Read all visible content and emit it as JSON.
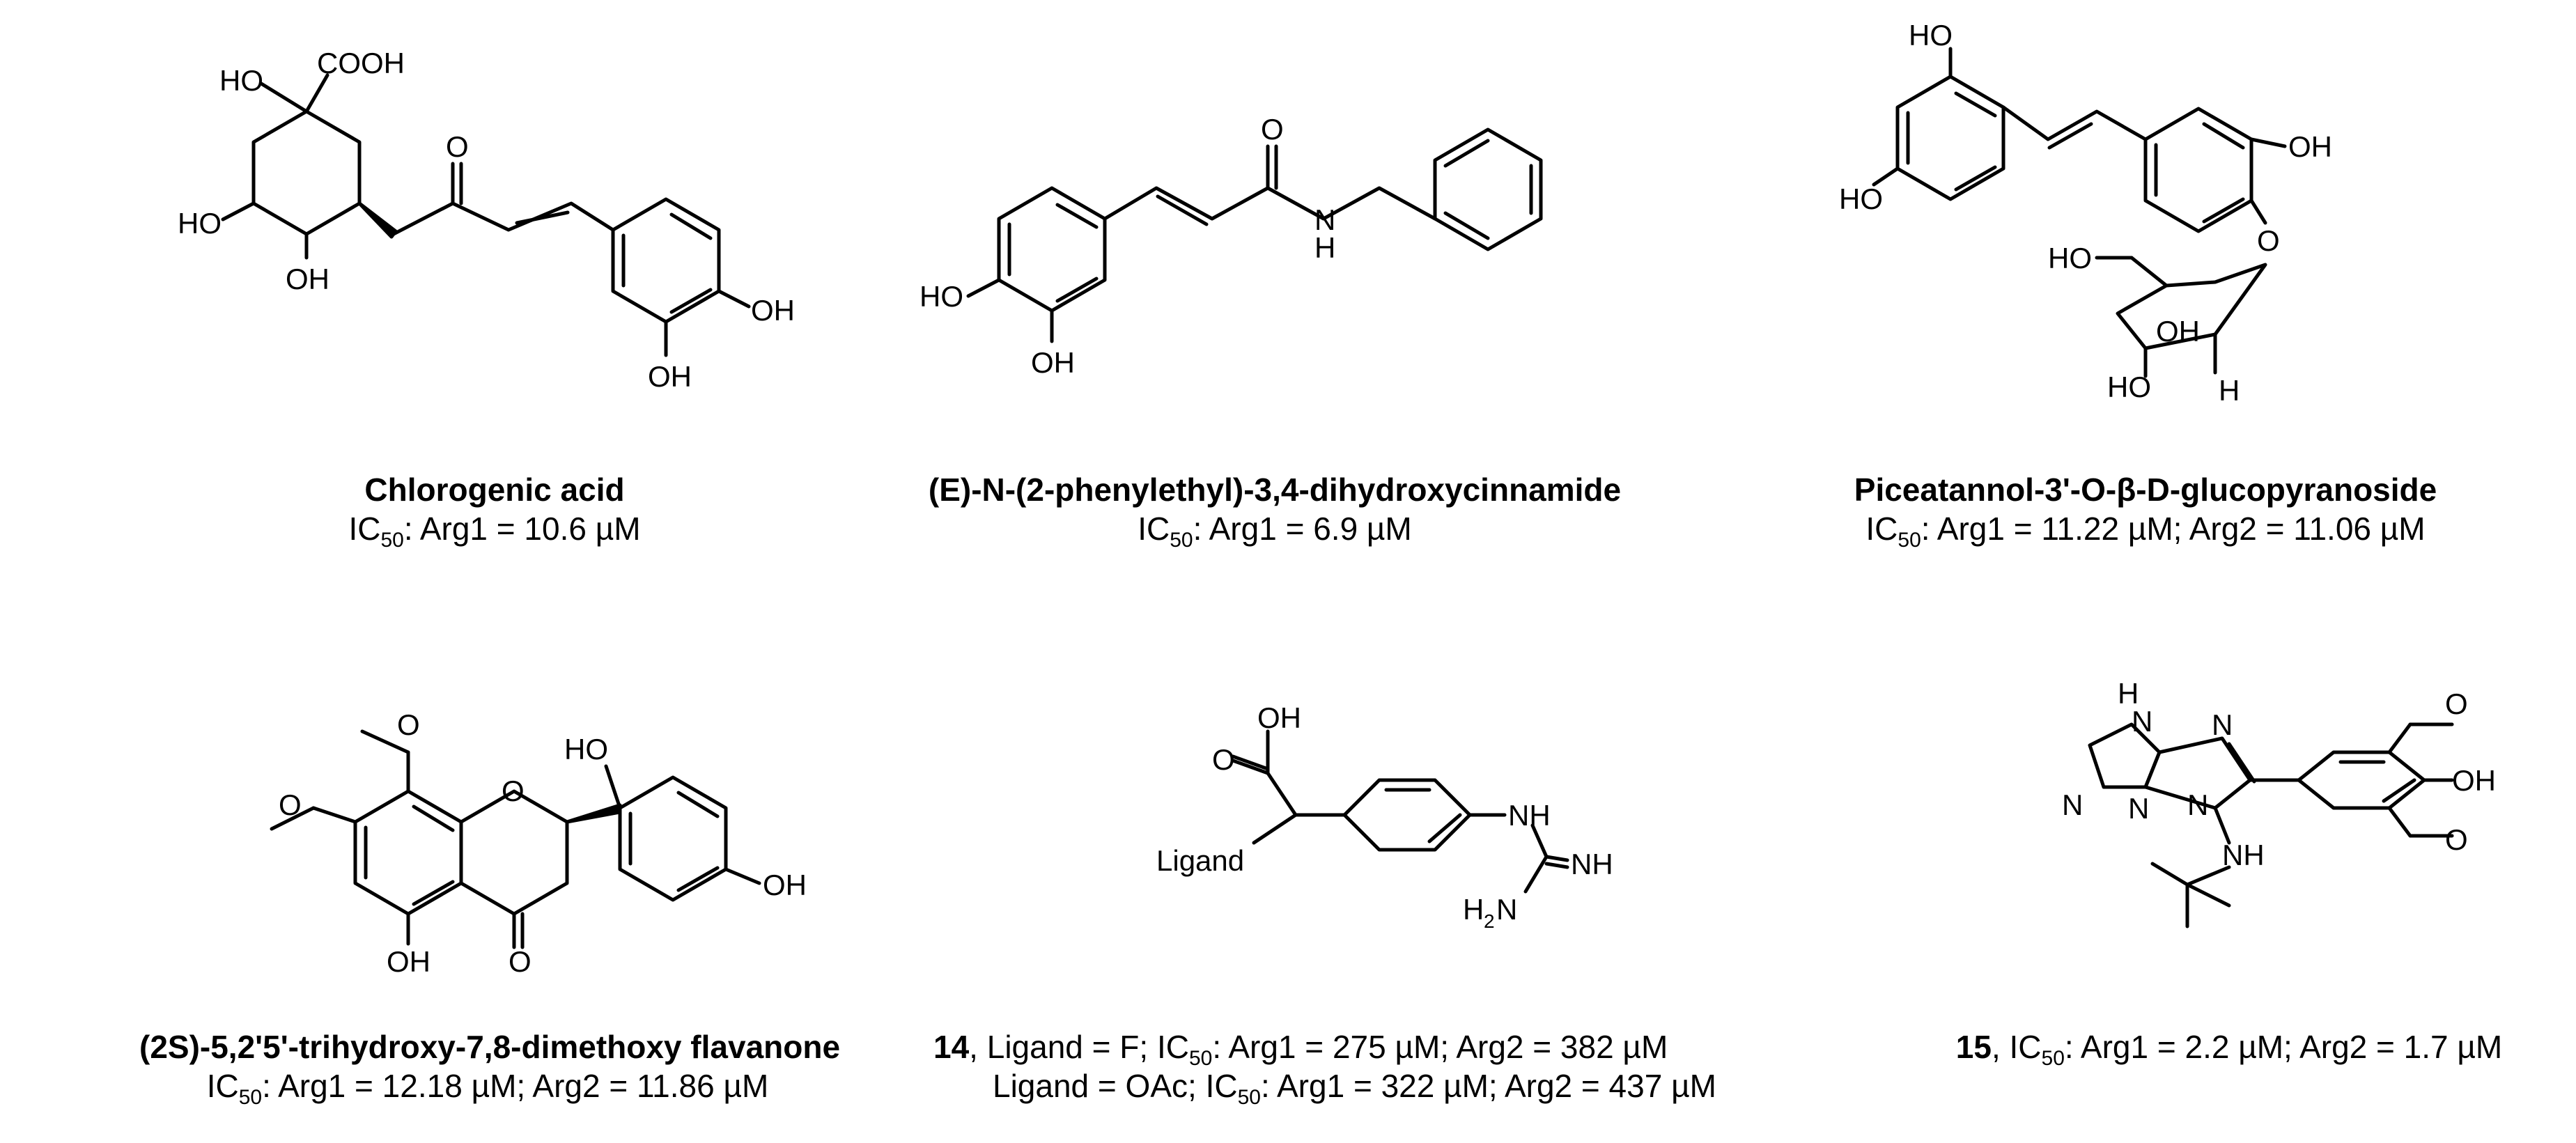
{
  "compounds": [
    {
      "name": "Chlorogenic acid",
      "ic50": {
        "label": "IC",
        "sub": "50",
        "rest": ": Arg1 = 10.6 µM"
      },
      "atom_labels": [
        "HO",
        "COOH",
        "HO",
        "OH",
        "O",
        "OH",
        "OH"
      ]
    },
    {
      "name": "(E)-N-(2-phenylethyl)-3,4-dihydroxycinnamide",
      "ic50": {
        "label": "IC",
        "sub": "50",
        "rest": ": Arg1 = 6.9 µM"
      },
      "atom_labels": [
        "O",
        "N",
        "H",
        "HO",
        "OH"
      ]
    },
    {
      "name": "Piceatannol-3'-O-β-D-glucopyranoside",
      "ic50": {
        "label": "IC",
        "sub": "50",
        "rest": ": Arg1 = 11.22 µM; Arg2 = 11.06 µM"
      },
      "atom_labels": [
        "HO",
        "HO",
        "OH",
        "O",
        "HO",
        "OH",
        "HO",
        "H"
      ]
    },
    {
      "name": "(2S)-5,2'5'-trihydroxy-7,8-dimethoxy flavanone",
      "ic50": {
        "label": "IC",
        "sub": "50",
        "rest": ": Arg1 = 12.18 µM; Arg2 = 11.86 µM"
      },
      "atom_labels": [
        "O",
        "O",
        "O",
        "HO",
        "OH",
        "OH",
        "O"
      ]
    },
    {
      "number": "14",
      "line1": {
        "pre": ", Ligand = F; IC",
        "sub": "50",
        "rest": ": Arg1 = 275 µM; Arg2 = 382 µM"
      },
      "line2": {
        "pre": "Ligand = OAc; IC",
        "sub": "50",
        "rest": ": Arg1 = 322 µM; Arg2 = 437 µM"
      },
      "atom_labels": [
        "OH",
        "O",
        "Ligand",
        "NH",
        "NH",
        "H",
        "2",
        "N"
      ]
    },
    {
      "number": "15",
      "line1": {
        "pre": ", IC",
        "sub": "50",
        "rest": ": Arg1 = 2.2 µM; Arg2 = 1.7 µM"
      },
      "atom_labels": [
        "H",
        "N",
        "N",
        "N",
        "N",
        "N",
        "NH",
        "OH",
        "O",
        "O"
      ]
    }
  ]
}
